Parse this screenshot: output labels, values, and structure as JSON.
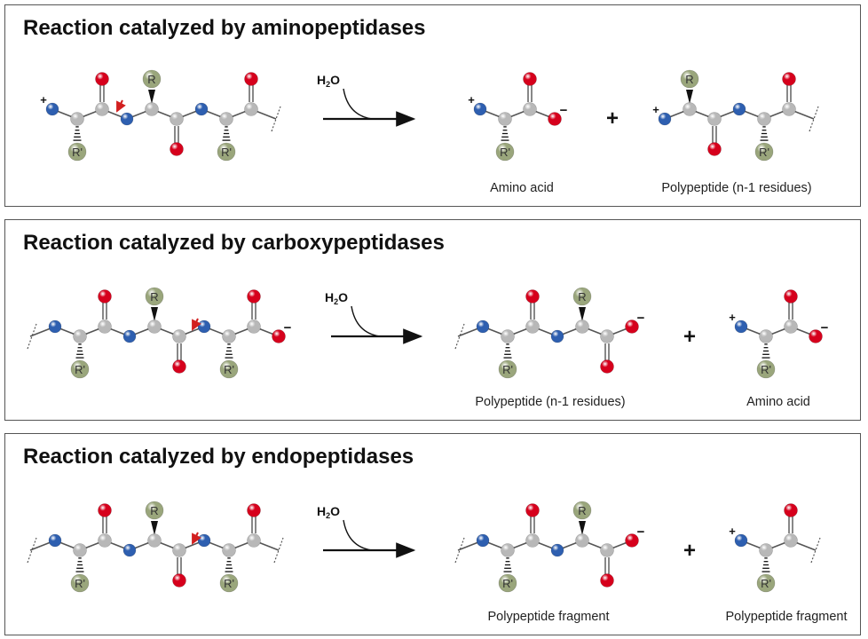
{
  "colors": {
    "nitrogen": "#2e5fb0",
    "oxygen": "#d6001c",
    "carbon": "#b8b8b8",
    "sidechain": "#9aa67c",
    "cleavage_arrow": "#d21f1f",
    "border": "#555555"
  },
  "reagent": {
    "formula_main": "H",
    "subscript": "2",
    "formula_end": "O"
  },
  "plus_sign": "+",
  "panels": [
    {
      "title": "Reaction catalyzed by aminopeptidases",
      "substrate": "N-terminal tripeptide segment, cleavage after residue 1",
      "products": [
        {
          "label": "Amino acid"
        },
        {
          "label": "Polypeptide (n-1 residues)"
        }
      ]
    },
    {
      "title": "Reaction catalyzed by carboxypeptidases",
      "substrate": "C-terminal tripeptide segment, cleavage before last residue",
      "products": [
        {
          "label": "Polypeptide (n-1 residues)"
        },
        {
          "label": "Amino acid"
        }
      ]
    },
    {
      "title": "Reaction catalyzed by endopeptidases",
      "substrate": "Internal tripeptide segment, cleavage at internal bond",
      "products": [
        {
          "label": "Polypeptide fragment"
        },
        {
          "label": "Polypeptide fragment"
        }
      ]
    }
  ],
  "atom_labels": {
    "side_up": "R",
    "side_down": "R'",
    "plus": "+",
    "minus": "−"
  }
}
